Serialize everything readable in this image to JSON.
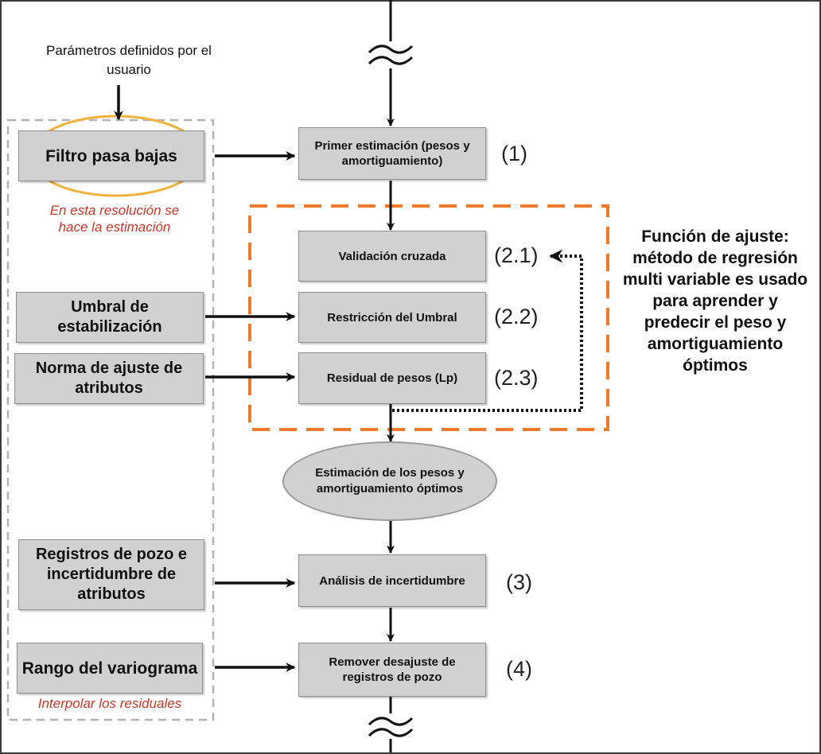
{
  "user_params": "Parámetros definidos por el usuario",
  "inputs": {
    "low_pass": "Filtro pasa bajas",
    "threshold": "Umbral de estabilización",
    "norm": "Norma de ajuste de atributos",
    "well_logs": "Registros de pozo e incertidumbre de atributos",
    "variogram": "Rango del variograma"
  },
  "notes": {
    "resolution": "En esta resolución se hace la estimación",
    "interpolate": "Interpolar los residuales"
  },
  "process": {
    "first_estimation": "Primer estimación (pesos y amortiguamiento)",
    "cross_validation": "Validación cruzada",
    "threshold_restriction": "Restricción del Umbral",
    "weight_residual": "Residual de pesos (Lp)",
    "optimal_estimation": "Estimación de los pesos y amortiguamiento óptimos",
    "uncertainty": "Análisis de incertidumbre",
    "remove_misfit": "Remover desajuste de registros de pozo"
  },
  "steps": {
    "s1": "(1)",
    "s21": "(2.1)",
    "s22": "(2.2)",
    "s23": "(2.3)",
    "s3": "(3)",
    "s4": "(4)"
  },
  "fit_function": "Función de ajuste: método de regresión multi variable es usado para aprender y predecir el peso y amortiguamiento óptimos",
  "colors": {
    "box_fill": "#d1d1d1",
    "orange_dash": "#ee7a2b",
    "yellow_oval": "#f2b33d",
    "note_red": "#c0392b",
    "gray_dash": "#b3b3b3"
  }
}
